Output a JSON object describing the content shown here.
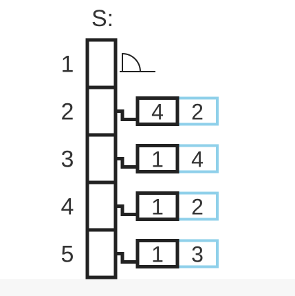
{
  "array_label": "S:",
  "rows": [
    {
      "index": "1",
      "nil": true,
      "nodes": []
    },
    {
      "index": "2",
      "nil": false,
      "nodes": [
        {
          "first": "4",
          "second": "2"
        }
      ]
    },
    {
      "index": "3",
      "nil": false,
      "nodes": [
        {
          "first": "1",
          "second": "4"
        }
      ]
    },
    {
      "index": "4",
      "nil": false,
      "nodes": [
        {
          "first": "1",
          "second": "2"
        }
      ]
    },
    {
      "index": "5",
      "nil": false,
      "nodes": [
        {
          "first": "1",
          "second": "3"
        }
      ]
    }
  ],
  "colors": {
    "stroke": "#222222",
    "text": "#333333",
    "highlight": "#8fd0ea"
  }
}
